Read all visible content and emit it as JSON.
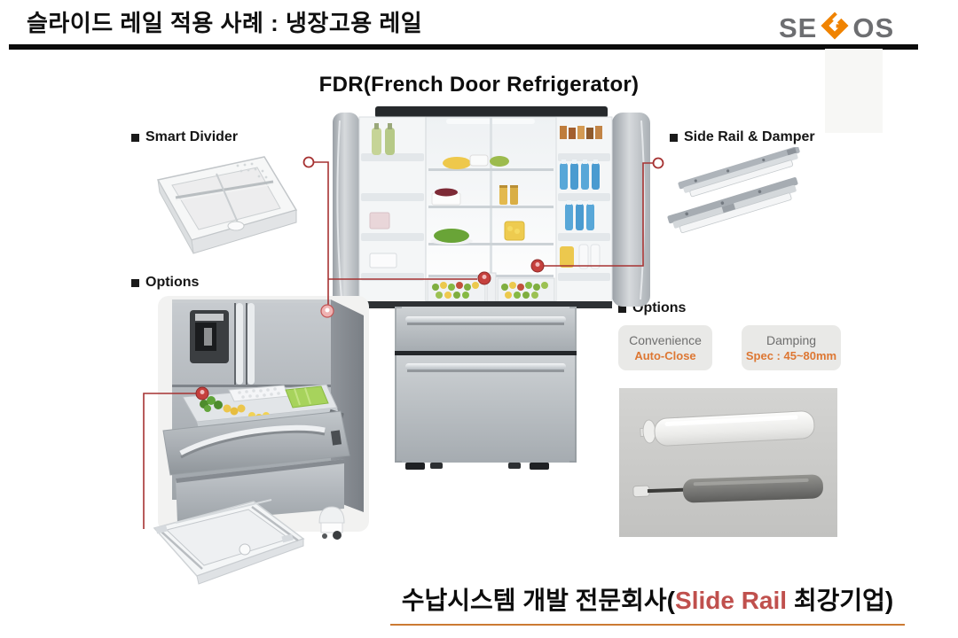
{
  "slide": {
    "title": "슬라이드 레일 적용 사례 : 냉장고용 레일",
    "logo": {
      "left": "SE",
      "right": "OS"
    },
    "heading": "FDR(French Door Refrigerator)",
    "labels": {
      "smart_divider": "Smart Divider",
      "side_rail_damper": "Side Rail & Damper",
      "options_left": "Options",
      "options_right": "Options"
    },
    "option_boxes": [
      {
        "title": "Convenience",
        "value": "Auto-Close"
      },
      {
        "title": "Damping",
        "value": "Spec : 45~80mm"
      }
    ],
    "footer": {
      "before": "수납시스템 개발 전문회사(",
      "highlight": "Slide Rail",
      "after": " 최강기업)"
    },
    "icons": {
      "logo_mark": "segos-diamond-g",
      "label_bullet": "black-square-bullet"
    },
    "colors": {
      "logo_gray": "#6d6e71",
      "logo_orange": "#f08300",
      "connector_red": "#a63232",
      "footer_highlight_red": "#c0504d",
      "footer_underline_orange": "#cc7a33",
      "option_title_gray": "#6e6e6e",
      "option_value_orange": "#dd7733",
      "option_box_bg": "#e9e9e7"
    }
  }
}
